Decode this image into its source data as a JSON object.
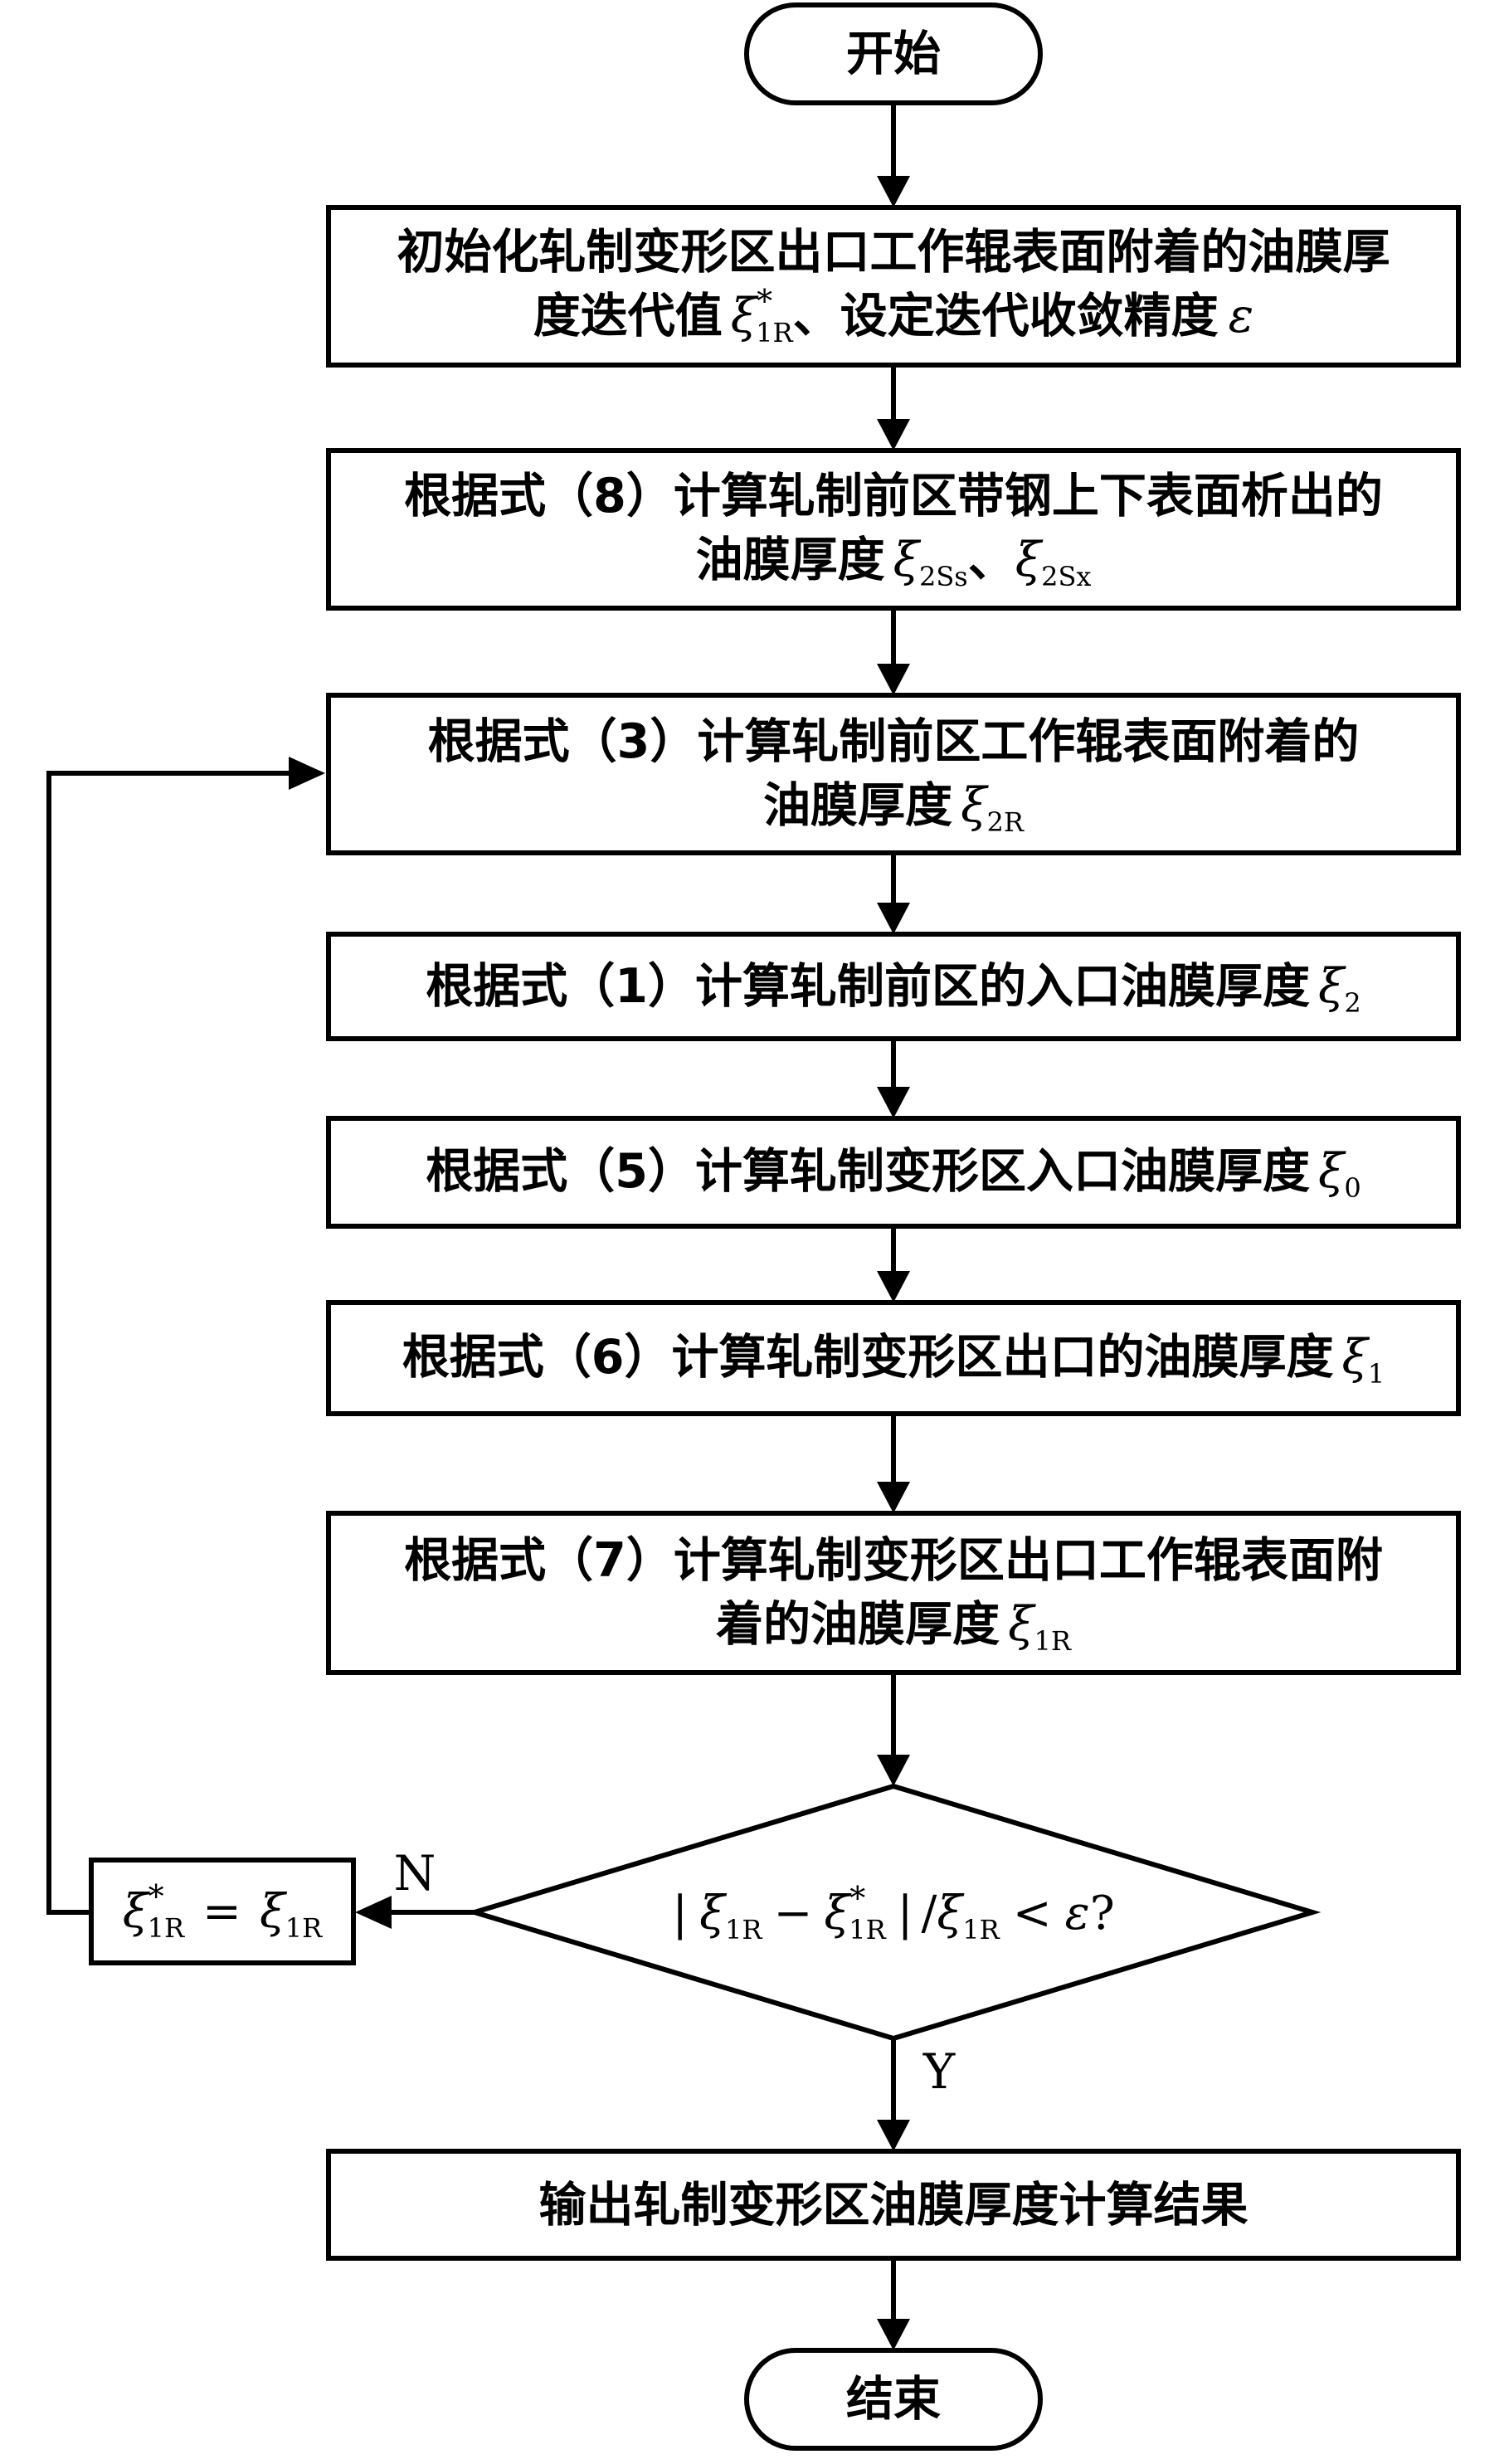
{
  "nodes": {
    "start": "开始",
    "init": {
      "line1": "初始化轧制变形区出口工作辊表面附着的油膜厚",
      "line2_a": "度迭代值",
      "sym": "ξ",
      "sub": "1R",
      "sup": "*",
      "line2_b": "、设定迭代收敛精度",
      "eps": "ε"
    },
    "step8": {
      "line1": "根据式（8）计算轧制前区带钢上下表面析出的",
      "line2_a": "油膜厚度",
      "sym": "ξ",
      "sub1": "2Ss",
      "sep": "、",
      "sub2": "2Sx"
    },
    "step3": {
      "line1": "根据式（3）计算轧制前区工作辊表面附着的",
      "line2_a": "油膜厚度",
      "sym": "ξ",
      "sub": "2R"
    },
    "step1": {
      "text": "根据式（1）计算轧制前区的入口油膜厚度",
      "sym": "ξ",
      "sub": "2"
    },
    "step5": {
      "text": "根据式（5）计算轧制变形区入口油膜厚度",
      "sym": "ξ",
      "sub": "0"
    },
    "step6": {
      "text": "根据式（6）计算轧制变形区出口的油膜厚度",
      "sym": "ξ",
      "sub": "1"
    },
    "step7": {
      "line1": "根据式（7）计算轧制变形区出口工作辊表面附",
      "line2_a": "着的油膜厚度",
      "sym": "ξ",
      "sub": "1R"
    },
    "decision": {
      "bar": "|",
      "sym": "ξ",
      "sub": "1R",
      "minus": "−",
      "sup": "*",
      "slash": "/",
      "lt": "<",
      "eps": "ε",
      "q": "?"
    },
    "update": {
      "sym": "ξ",
      "sub": "1R",
      "sup": "*",
      "eq": "="
    },
    "output": "输出轧制变形区油膜厚度计算结果",
    "end": "结束"
  },
  "edges": {
    "no_label": "N",
    "yes_label": "Y"
  }
}
